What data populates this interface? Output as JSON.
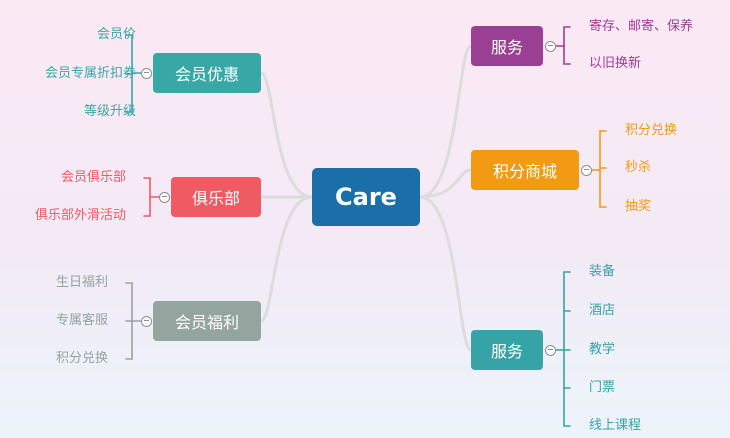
{
  "root": {
    "label": "Care",
    "color": "#1b6fa8"
  },
  "branches": [
    {
      "id": "b1",
      "label": "服务",
      "color": "#9b3f94",
      "leaves": [
        "寄存、邮寄、保养",
        "以旧换新"
      ]
    },
    {
      "id": "b2",
      "label": "积分商城",
      "color": "#f29a11",
      "leaves": [
        "积分兑换",
        "秒杀",
        "抽奖"
      ]
    },
    {
      "id": "b3",
      "label": "服务",
      "color": "#36a3a6",
      "leaves": [
        "装备",
        "酒店",
        "教学",
        "门票",
        "线上课程"
      ]
    },
    {
      "id": "b4",
      "label": "会员优惠",
      "color": "#38a8a7",
      "leaves": [
        "会员价",
        "会员专属折扣券",
        "等级升级"
      ]
    },
    {
      "id": "b5",
      "label": "俱乐部",
      "color": "#ef5b63",
      "leaves": [
        "会员俱乐部",
        "俱乐部外滑活动"
      ]
    },
    {
      "id": "b6",
      "label": "会员福利",
      "color": "#94a59f",
      "leaves": [
        "生日福利",
        "专属客服",
        "积分兑换"
      ]
    }
  ]
}
